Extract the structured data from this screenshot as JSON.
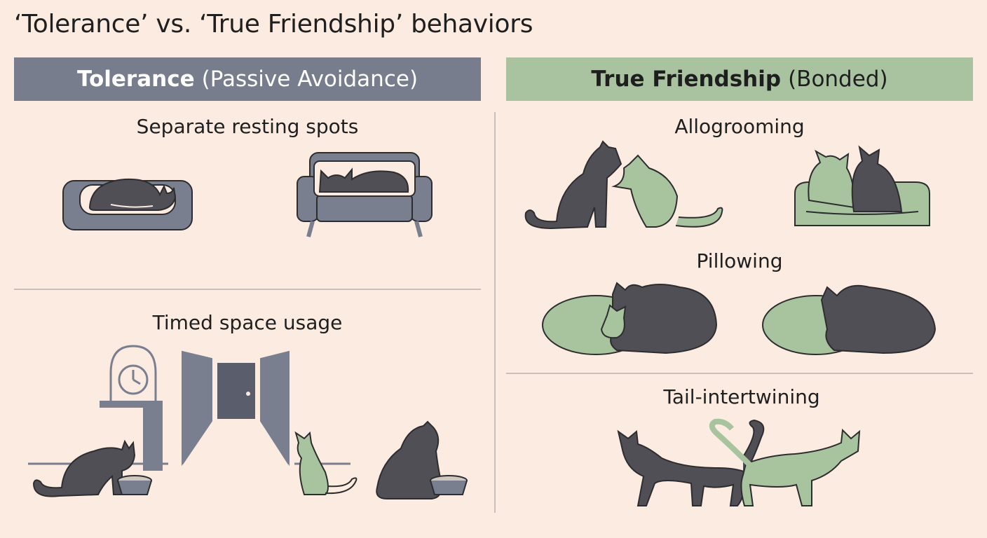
{
  "title": "‘Tolerance’ vs. ‘True Friendship’ behaviors",
  "colors": {
    "background": "#fcebe0",
    "tolerance_header": "#777d8d",
    "friendship_header": "#a9c3a1",
    "dark_cat": "#4f4f55",
    "green_cat": "#a8c49e",
    "gray_furniture": "#7a7f90",
    "outline": "#2d2d30"
  },
  "tolerance": {
    "header_bold": "Tolerance",
    "header_rest": "(Passive Avoidance)",
    "sections": [
      {
        "label": "Separate resting spots",
        "icons": [
          "cat-in-bed-icon",
          "cat-on-sofa-icon"
        ]
      },
      {
        "label": "Timed space usage",
        "icons": [
          "clock-icon",
          "hallway-door-icon",
          "cat-eating-icon",
          "food-bowl-icon"
        ]
      }
    ]
  },
  "friendship": {
    "header_bold": "True Friendship",
    "header_rest": "(Bonded)",
    "sections": [
      {
        "label": "Allogrooming",
        "icons": [
          "grooming-cats-icon",
          "cats-in-bed-icon"
        ]
      },
      {
        "label": "Pillowing",
        "icons": [
          "pillowing-cats-icon"
        ]
      },
      {
        "label": "Tail-intertwining",
        "icons": [
          "walking-cats-icon"
        ]
      }
    ]
  }
}
